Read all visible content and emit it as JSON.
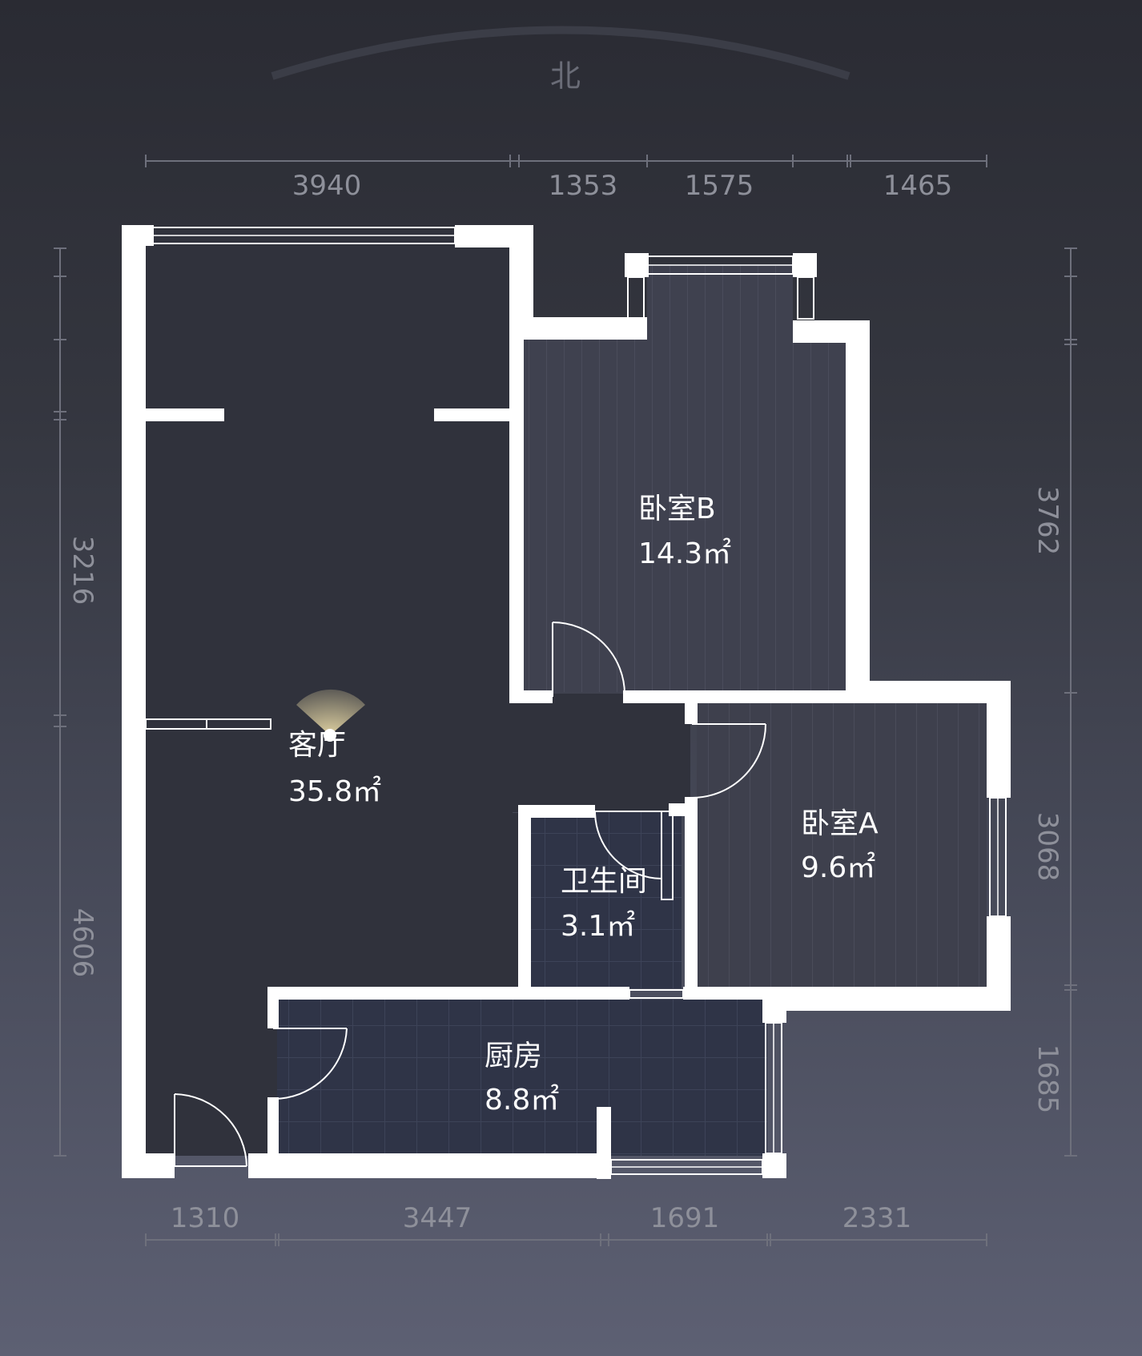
{
  "compass": {
    "label": "北"
  },
  "dimensions": {
    "top": [
      "3940",
      "1353",
      "1575",
      "1465"
    ],
    "bottom": [
      "1310",
      "3447",
      "1691",
      "2331"
    ],
    "left": [
      "3216",
      "4606"
    ],
    "right": [
      "3762",
      "3068",
      "1685"
    ]
  },
  "rooms": {
    "living": {
      "name": "客厅",
      "area": "35.8㎡"
    },
    "bedroom_b": {
      "name": "卧室B",
      "area": "14.3㎡"
    },
    "bedroom_a": {
      "name": "卧室A",
      "area": "9.6㎡"
    },
    "bathroom": {
      "name": "卫生间",
      "area": "3.1㎡"
    },
    "kitchen": {
      "name": "厨房",
      "area": "8.8㎡"
    }
  },
  "colors": {
    "wall": "#ffffff",
    "floor_dark": "#30323c",
    "floor_wood": "#3f414f",
    "floor_tile": "#2f3446",
    "dimension_line": "#6e707c",
    "camera_cone": "#e8d9a6"
  }
}
